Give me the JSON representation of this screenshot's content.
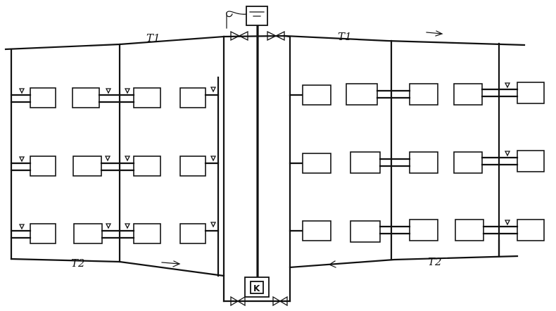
{
  "labels": {
    "supply_left": "T1",
    "supply_right": "T1",
    "return_left": "T2",
    "return_right": "T2",
    "boiler": "K"
  }
}
